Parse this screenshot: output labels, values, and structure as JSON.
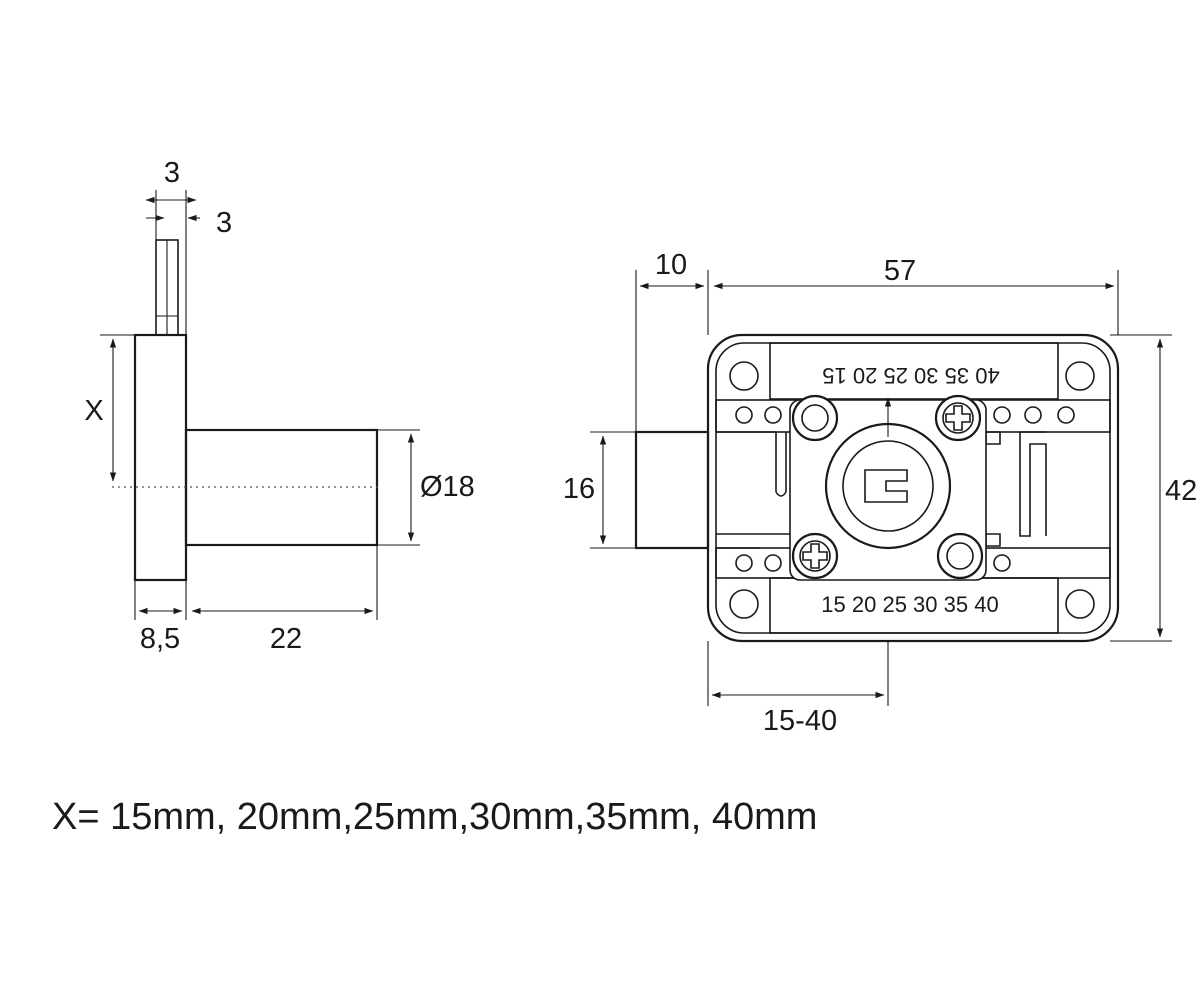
{
  "side_view": {
    "key_thickness_top": "3",
    "key_thickness_side": "3",
    "x_label": "X",
    "diameter": "Ø18",
    "flange_thickness": "8,5",
    "cylinder_length": "22"
  },
  "front_view": {
    "offset": "10",
    "width": "57",
    "height": "42",
    "bolt_height": "16",
    "backset": "15-40",
    "scale_top": "40 35 30 25 20 15",
    "scale_bottom": "15 20 25 30 35 40"
  },
  "note": "X= 15mm, 20mm,25mm,30mm,35mm, 40mm"
}
